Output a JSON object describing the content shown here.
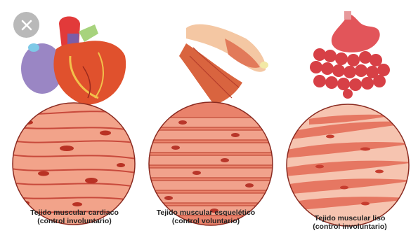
{
  "overlay": {
    "close_icon": "close-icon"
  },
  "colors": {
    "muscle_light": "#f2a38a",
    "muscle_mid": "#e06a55",
    "muscle_dark": "#b83a2e",
    "arrow": "#7fb8cc",
    "close_bg": "#b9b9b9"
  },
  "panels": [
    {
      "organ_icon": "heart-icon",
      "title": "Tejido muscular cardiaco",
      "subtitle": "(control involuntario)"
    },
    {
      "organ_icon": "arm-muscle-icon",
      "title": "Tejido muscular esquelético",
      "subtitle": "(control voluntario)"
    },
    {
      "organ_icon": "stomach-intestine-icon",
      "title": "Tejido muscular liso",
      "subtitle": "(control involuntario)"
    }
  ]
}
